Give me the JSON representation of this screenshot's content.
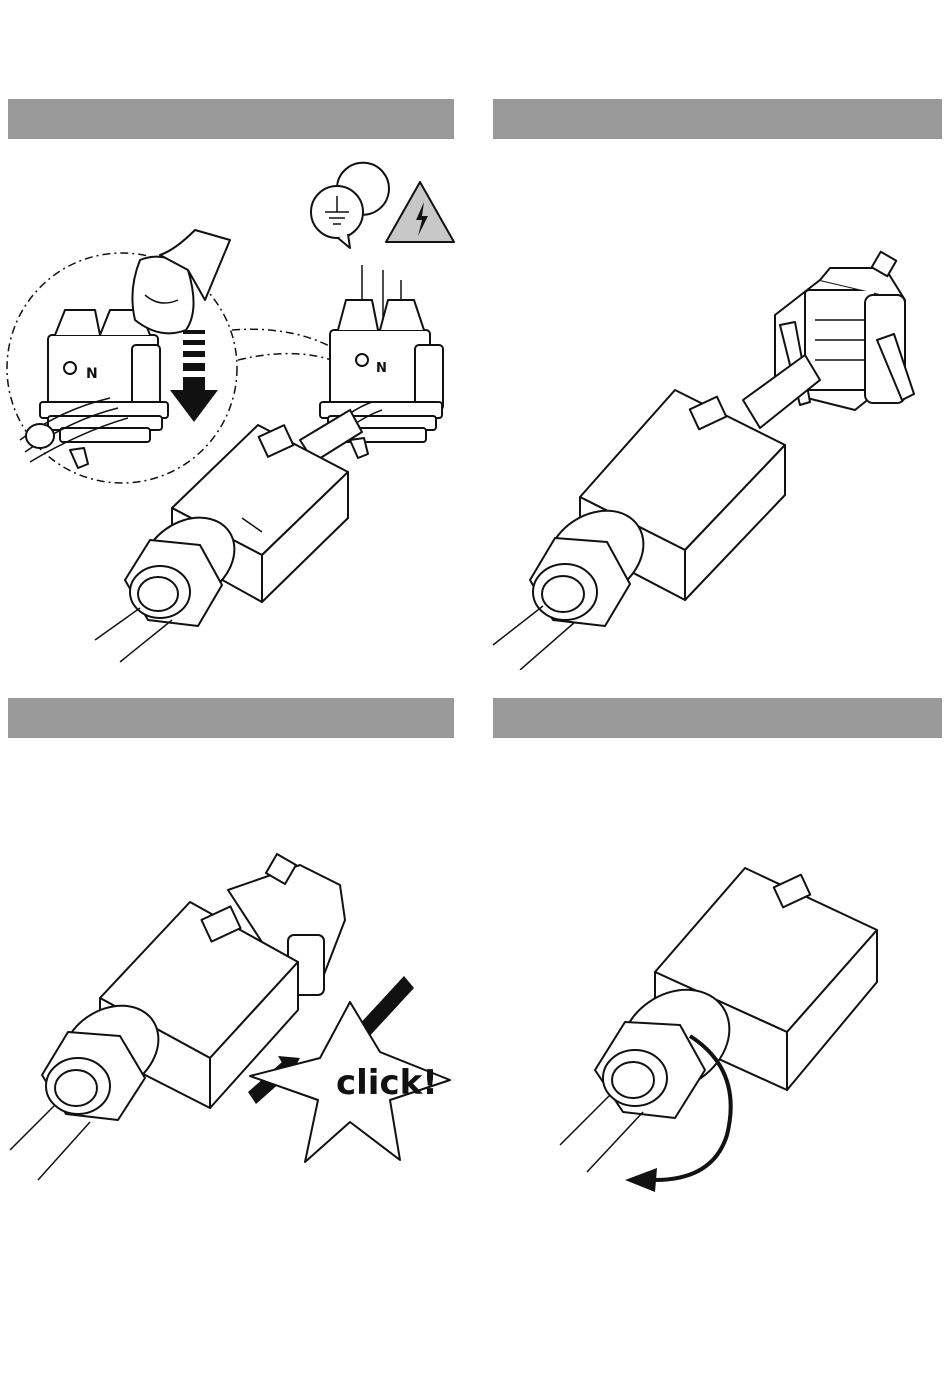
{
  "steps": [
    {
      "id": 1,
      "title": ""
    },
    {
      "id": 2,
      "title": ""
    },
    {
      "id": 3,
      "title": ""
    },
    {
      "id": 4,
      "title": ""
    }
  ],
  "symbols": {
    "ground": "ground-symbol-icon",
    "warning": "high-voltage-warning-icon",
    "warning_color": "#c8c8c8"
  },
  "terminal_marks": {
    "neutral": "N"
  },
  "click_label": "click!",
  "header_band_color": "#999999"
}
